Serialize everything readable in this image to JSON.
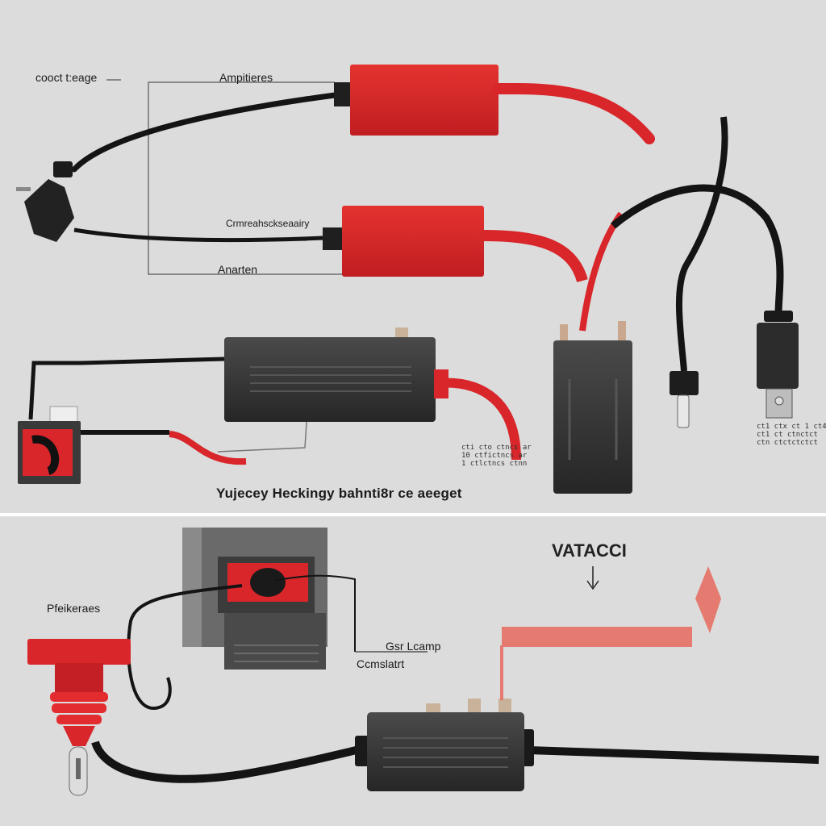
{
  "labels": {
    "top_left": "cooct t:eage",
    "top_center": "Ampitieres",
    "middle_left": "Crmreahsckseaairy",
    "bottom_bracket": "Anarten",
    "right_text_1": "cti cto ctncs ar\n10 ctfictncs ar\n1 ctlctncs ctnn",
    "right_text_2": "ct1 ctx ct 1 ct4\nct1 ct ctnctct\nctn ctctctctct",
    "caption": "Yujecey  Heckingy bahnti8r ce aeeget",
    "panel2_left": "Pfeikeraes",
    "panel2_label_1": "Gsr Lcamp",
    "panel2_label_2": "Ccmslatrt",
    "panel2_title": "VATACCI"
  },
  "colors": {
    "background": "#dcdcdc",
    "red": "#d8262b",
    "black_body": "#3a3a3a",
    "cable": "#141414",
    "salmon_bar": "#e57a70",
    "divider": "#ffffff"
  },
  "icons": [
    "plug-icon",
    "connector-icon",
    "arrow-down-icon",
    "arrow-up-icon"
  ]
}
